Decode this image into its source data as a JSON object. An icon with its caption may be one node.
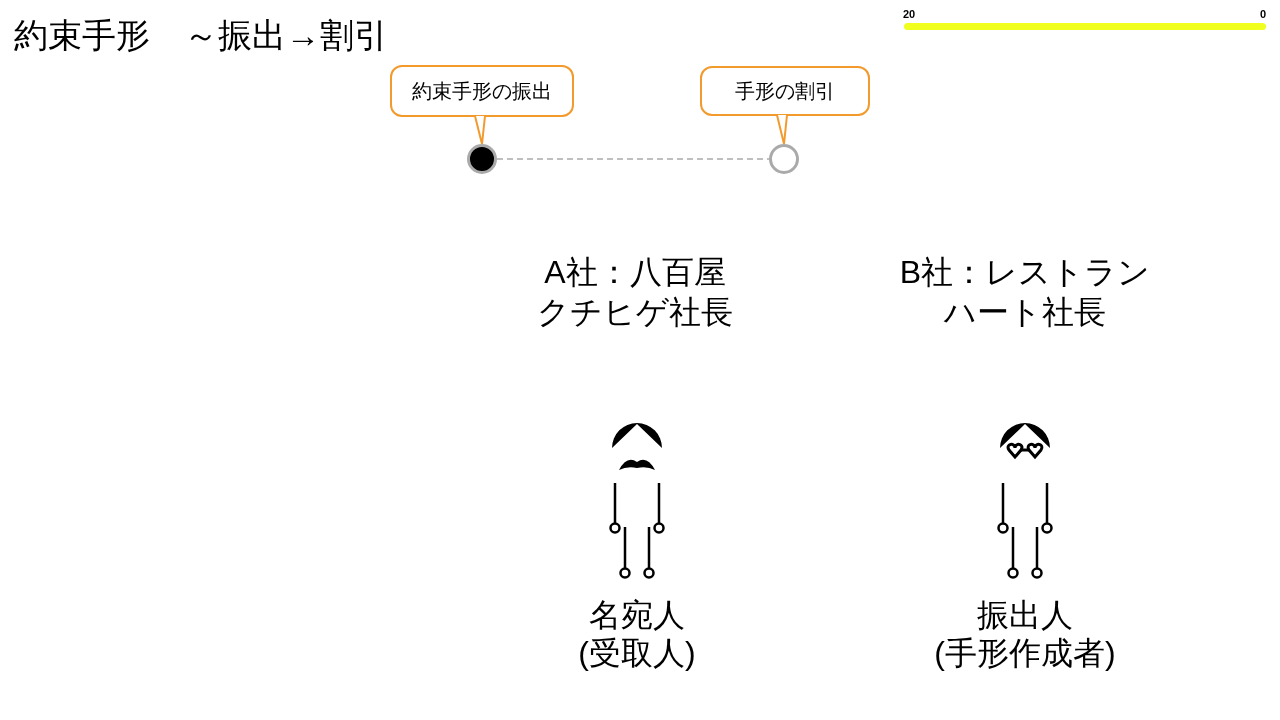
{
  "diagram": {
    "title": "約束手形　～振出→割引",
    "nodes": [
      {
        "text": [
          "約束手形の振出"
        ]
      },
      {
        "text": [
          "手形の割引"
        ]
      },
      {
        "text": [],
        "shape": "circle"
      },
      {
        "text": [],
        "shape": "circle"
      }
    ],
    "edges": [
      {
        "from": 0,
        "to": 2,
        "arrow": "none"
      },
      {
        "from": 1,
        "to": 3,
        "arrow": "none"
      },
      {
        "from": 2,
        "to": 3,
        "arrow": "none",
        "style": "dashed",
        "color": "#aaaaaa"
      }
    ],
    "labels": [
      "20",
      "0",
      "A社：八百屋",
      "クチヒゲ社長",
      "B社：レストラン",
      "ハート社長",
      "名宛人",
      "(受取人)",
      "振出人",
      "(手形作成者)"
    ]
  }
}
